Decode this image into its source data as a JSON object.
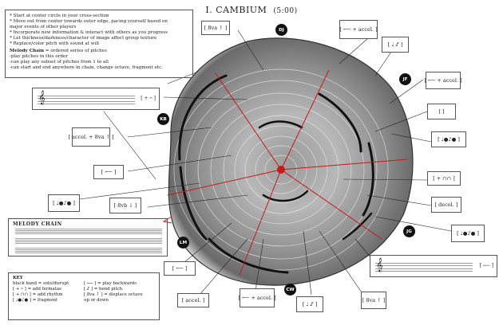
{
  "title": "I. CAMBIUM",
  "duration": "(5:00)",
  "instructions": {
    "lines": [
      "* Start at center circle in your cross-section",
      "* Move out from center towards outer edge, pacing yourself based on",
      "   major events of other players",
      "* Incorporate new information & interact with others as you progress",
      "* Let thickness/darkness/character of image affect group texture",
      "* Replace/color pitch with sound at will"
    ],
    "melody_heading": "Melody Chain",
    "melody_def": " = ordered series of pitches",
    "melody_lines": [
      "-play pitches in this order",
      "-can play any subset of pitches from 1 to all",
      "-can start and end anywhere in chain, change octave, fragment etc."
    ]
  },
  "player_tags": [
    "DJ",
    "JF",
    "KB",
    "JG",
    "LM",
    "CW"
  ],
  "boxes": [
    {
      "id": "b1",
      "text": "[ 8va ↑ ]"
    },
    {
      "id": "b2",
      "text": "[ ⟵  + accel. ]"
    },
    {
      "id": "b3",
      "text": "[ ♩ ♪̸ ]"
    },
    {
      "id": "b4",
      "text": "[ ⟵ + accel. ]"
    },
    {
      "id": "b5",
      "text": "[        ]"
    },
    {
      "id": "b6",
      "text": "[ ♩●♪● ]"
    },
    {
      "id": "b7",
      "text": "[ accel. + 8va ↑ ]"
    },
    {
      "id": "b8",
      "text": "[ ⟵ ]"
    },
    {
      "id": "b9",
      "text": "[ + ∩∩ ]"
    },
    {
      "id": "b10",
      "text": "[ ♩●♪● ]"
    },
    {
      "id": "b11",
      "text": "[ 8vb ↓ ]"
    },
    {
      "id": "b12",
      "text": "[ decel. ]"
    },
    {
      "id": "b13",
      "text": "[ ♩●♪● ]"
    },
    {
      "id": "b14",
      "text": "[ ⟵ ]"
    },
    {
      "id": "b15",
      "text": "[ accel. ]"
    },
    {
      "id": "b16",
      "text": "[ ⟵ + accel. ]"
    },
    {
      "id": "b17",
      "text": "[ ♩ ♪̸ ]"
    },
    {
      "id": "b18",
      "text": "[ 8va ↑ ]"
    }
  ],
  "staff_top": {
    "tail": "[ + 𝄐 ]"
  },
  "staff_right": {
    "tail": "[ ⟵ ]"
  },
  "melody_chain": {
    "heading": "MELODY CHAIN"
  },
  "key": {
    "heading": "KEY",
    "left": [
      "black band = solo/disrupt",
      "[ + 𝄐 ] = add fermatas",
      "[ + ∩∩ ] = add rhythm",
      "[ ♩●♪● ] = fragment"
    ],
    "right": [
      "[ ⟵ ] = play backwards",
      "[ ♪̸ ] = bend pitch",
      "[ 8va ↑ ] = displace octave",
      "   up or down"
    ]
  }
}
